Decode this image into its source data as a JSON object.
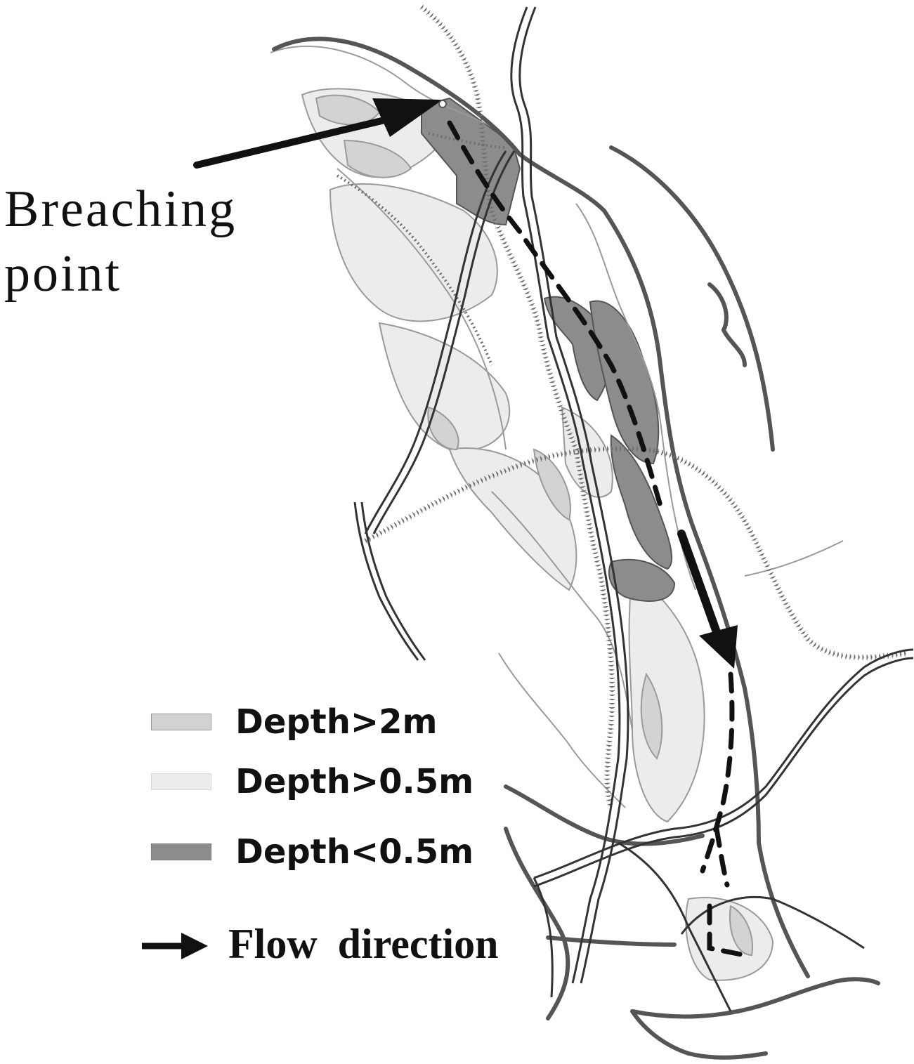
{
  "labels": {
    "breach_line1": "Breaching",
    "breach_line2": "point"
  },
  "legend": {
    "items": [
      {
        "label": "Depth>2m",
        "color": "#d3d3d3"
      },
      {
        "label": "Depth>0.5m",
        "color": "#ececec"
      },
      {
        "label": "Depth<0.5m",
        "color": "#8c8c8c"
      }
    ],
    "flow_label": "Flow direction"
  },
  "colors": {
    "deep_zone": "#8c8c8c",
    "mid_zone": "#d3d3d3",
    "shallow_zone": "#ececec",
    "river": "#555555",
    "railway": "#6e6e6e",
    "road": "#444444",
    "contour": "#9a9a9a",
    "arrow": "#111111"
  }
}
